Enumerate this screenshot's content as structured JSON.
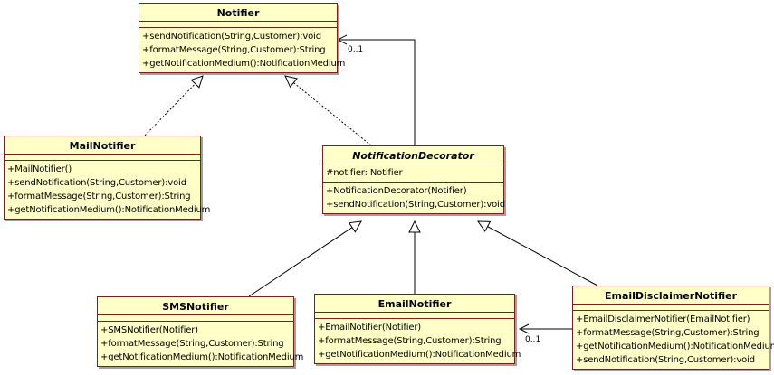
{
  "classes": {
    "notifier": {
      "name": "Notifier",
      "operations": [
        "+sendNotification(String,Customer):void",
        "+formatMessage(String,Customer):String",
        "+getNotificationMedium():NotificationMedium"
      ]
    },
    "mail_notifier": {
      "name": "MailNotifier",
      "operations": [
        "+MailNotifier()",
        "+sendNotification(String,Customer):void",
        "+formatMessage(String,Customer):String",
        "+getNotificationMedium():NotificationMedium"
      ]
    },
    "notification_decorator": {
      "name": "NotificationDecorator",
      "attributes": [
        "#notifier: Notifier"
      ],
      "operations": [
        "+NotificationDecorator(Notifier)",
        "+sendNotification(String,Customer):void"
      ]
    },
    "sms_notifier": {
      "name": "SMSNotifier",
      "operations": [
        "+SMSNotifier(Notifier)",
        "+formatMessage(String,Customer):String",
        "+getNotificationMedium():NotificationMedium"
      ]
    },
    "email_notifier": {
      "name": "EmailNotifier",
      "operations": [
        "+EmailNotifier(Notifier)",
        "+formatMessage(String,Customer):String",
        "+getNotificationMedium():NotificationMedium"
      ]
    },
    "email_disclaimer_notifier": {
      "name": "EmailDisclaimerNotifier",
      "operations": [
        "+EmailDisclaimerNotifier(EmailNotifier)",
        "+formatMessage(String,Customer):String",
        "+getNotificationMedium():NotificationMedium",
        "+sendNotification(String,Customer):void"
      ]
    }
  },
  "associations": {
    "decorator_to_notifier": {
      "multiplicity": "0..1"
    },
    "disclaimer_to_email": {
      "multiplicity": "0..1"
    }
  },
  "colors": {
    "class_fill": "#ffffc8",
    "class_border": "#7a1e1e",
    "line": "#000000"
  }
}
